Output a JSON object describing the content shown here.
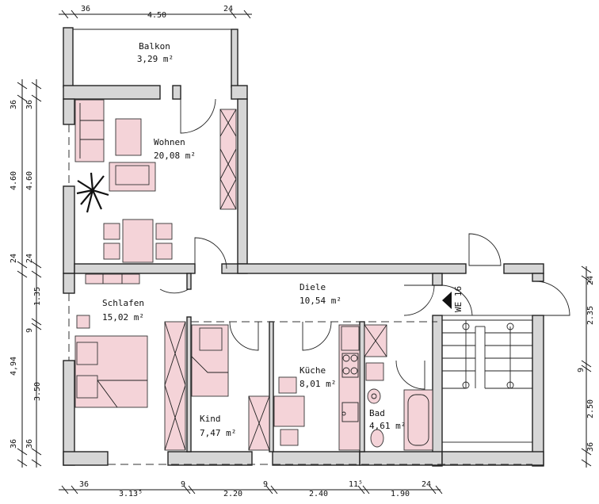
{
  "rooms": {
    "balkon": {
      "name": "Balkon",
      "area": "3,29 m²"
    },
    "wohnen": {
      "name": "Wohnen",
      "area": "20,08 m²"
    },
    "schlafen": {
      "name": "Schlafen",
      "area": "15,02 m²"
    },
    "diele": {
      "name": "Diele",
      "area": "10,54 m²"
    },
    "kind": {
      "name": "Kind",
      "area": "7,47 m²"
    },
    "kueche": {
      "name": "Küche",
      "area": "8,01 m²"
    },
    "bad": {
      "name": "Bad",
      "area": "4,61 m²"
    }
  },
  "unit_label": "WE 16",
  "dims": {
    "top": [
      "36",
      "4.50",
      "24"
    ],
    "bottom": [
      "36",
      "3.13⁵",
      "9",
      "2.20",
      "9",
      "2.40",
      "11⁵",
      "1.90",
      "24"
    ],
    "left_outer": [
      "36",
      "4.60",
      "24",
      "4,94",
      "36"
    ],
    "left_inner": [
      "36",
      "4.60",
      "24",
      "1.35",
      "9",
      "3.50",
      "36"
    ],
    "right": [
      "24",
      "2.35",
      "9",
      "2.50",
      "36"
    ]
  },
  "colors": {
    "furniture": "#f4d3d8",
    "wall": "#d6d6d6",
    "line": "#222222"
  }
}
